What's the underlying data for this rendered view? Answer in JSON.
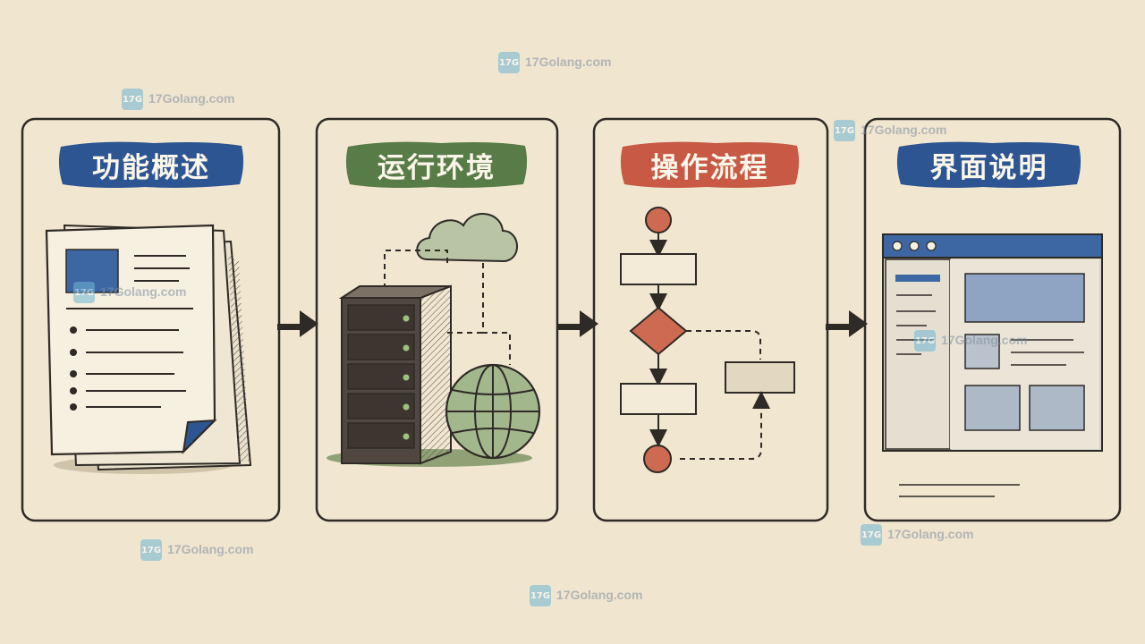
{
  "panels": [
    {
      "title": "功能概述",
      "color": "#2d5592",
      "icon": "document-stack-icon"
    },
    {
      "title": "运行环境",
      "color": "#587c47",
      "icon": "server-cloud-globe-icon"
    },
    {
      "title": "操作流程",
      "color": "#c85a45",
      "icon": "flowchart-icon"
    },
    {
      "title": "界面说明",
      "color": "#2d5592",
      "icon": "app-window-icon"
    }
  ],
  "watermark": {
    "text": "17Golang.com",
    "logo": "17G"
  },
  "colors": {
    "background": "#f0e5cf",
    "ink": "#2e2a25",
    "blue": "#2d5592",
    "green": "#587c47",
    "red": "#c85a45"
  }
}
